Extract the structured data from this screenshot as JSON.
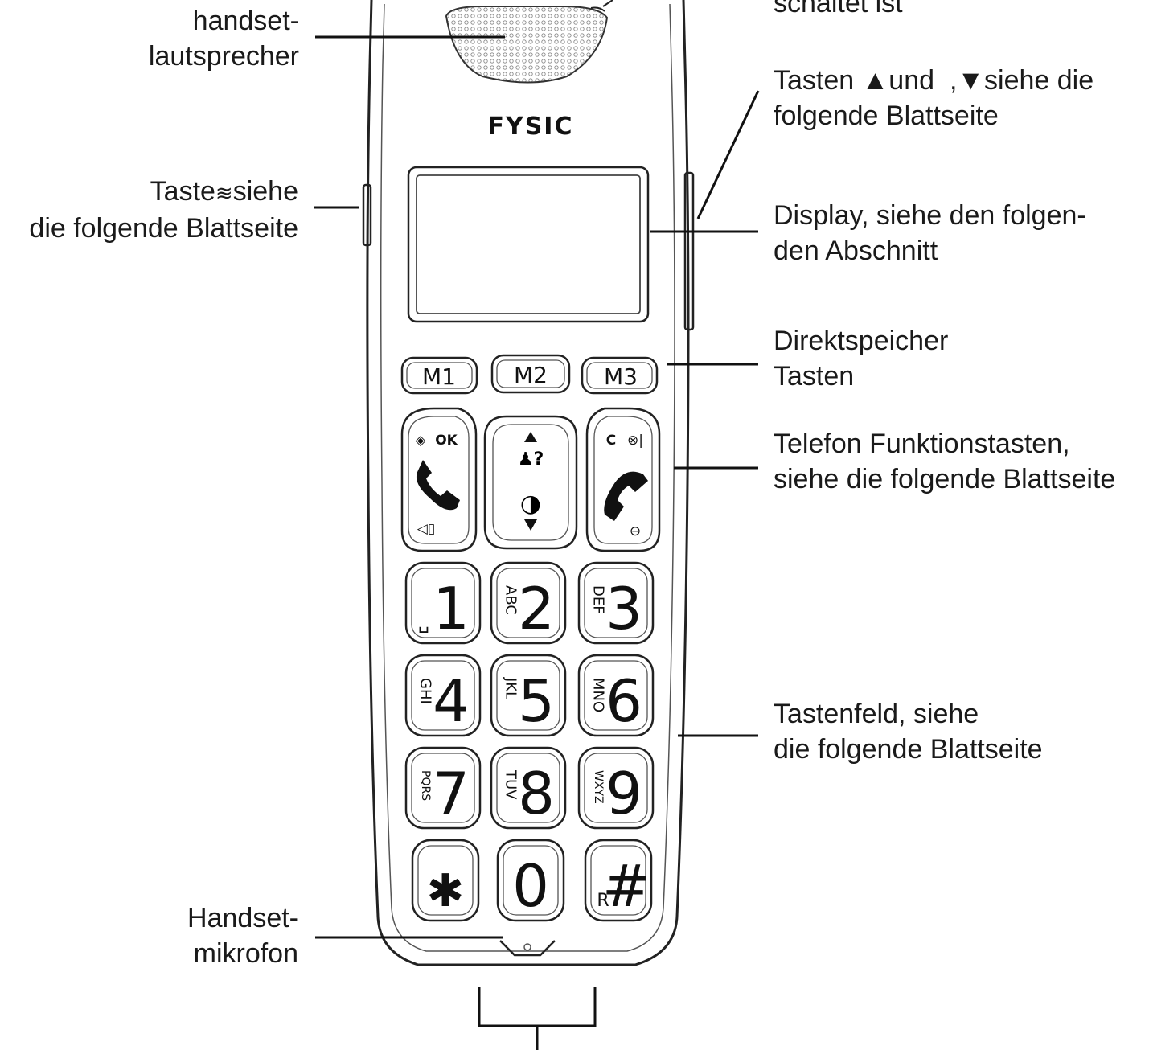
{
  "brand": "FYSIC",
  "labels": {
    "top_cut": "schaltet ist",
    "speaker": [
      "handset-",
      "lautsprecher"
    ],
    "side_key": {
      "line1_a": "Taste",
      "line1_b": "siehe",
      "line2": "die folgende Blattseite"
    },
    "updown": {
      "line1_a": "Tasten",
      "line1_b": "und",
      "line1_c": ",",
      "line1_d": "siehe die",
      "line2": "folgende Blattseite"
    },
    "display": [
      "Display, siehe den folgen-",
      "den Abschnitt"
    ],
    "memory": [
      "Direktspeicher",
      "Tasten"
    ],
    "function": [
      "Telefon Funktionstasten,",
      "siehe die folgende Blattseite"
    ],
    "keypad": [
      "Tastenfeld, siehe",
      "die folgende Blattseite"
    ],
    "mic": [
      "Handset-",
      "mikrofon"
    ]
  },
  "memory_keys": [
    "M1",
    "M2",
    "M3"
  ],
  "function_keys": {
    "ok": "OK",
    "clear": "C"
  },
  "keys": [
    {
      "digit": "1",
      "letters": "␣"
    },
    {
      "digit": "2",
      "letters": "ABC"
    },
    {
      "digit": "3",
      "letters": "DEF"
    },
    {
      "digit": "4",
      "letters": "GHI"
    },
    {
      "digit": "5",
      "letters": "JKL"
    },
    {
      "digit": "6",
      "letters": "MNO"
    },
    {
      "digit": "7",
      "letters": "PQRS"
    },
    {
      "digit": "8",
      "letters": "TUV"
    },
    {
      "digit": "9",
      "letters": "WXYZ"
    },
    {
      "digit": "✱",
      "letters": ""
    },
    {
      "digit": "0",
      "letters": ""
    },
    {
      "digit": "#",
      "letters": "R"
    }
  ]
}
